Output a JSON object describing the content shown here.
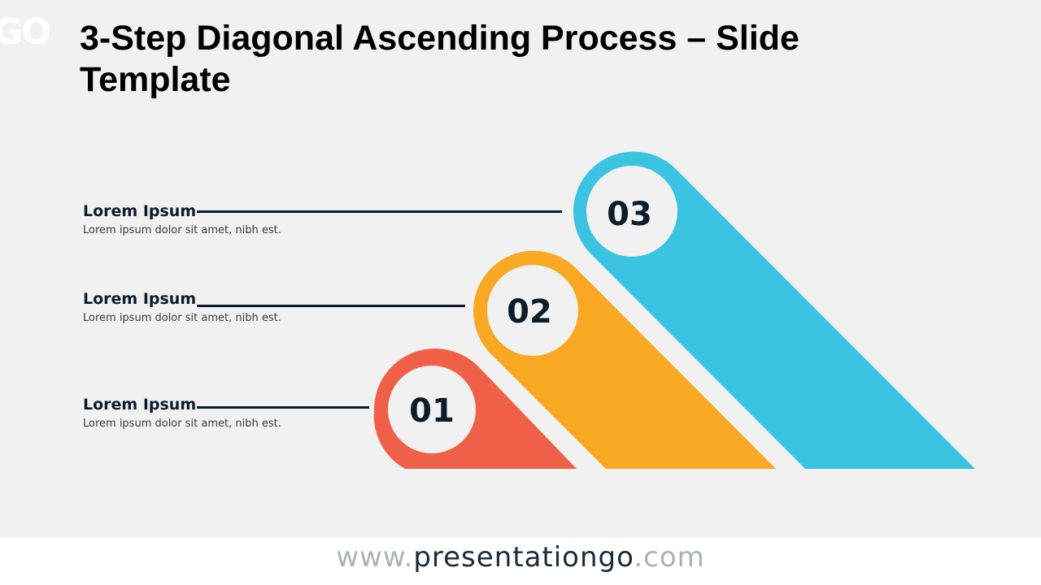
{
  "logo": {
    "text": "GO"
  },
  "title": "3-Step Diagonal Ascending Process – Slide Template",
  "steps": [
    {
      "number": "01",
      "title": "Lorem Ipsum",
      "description": "Lorem ipsum dolor sit amet, nibh est.",
      "color": "#f06049"
    },
    {
      "number": "02",
      "title": "Lorem Ipsum",
      "description": "Lorem ipsum dolor sit amet, nibh est.",
      "color": "#f9a823"
    },
    {
      "number": "03",
      "title": "Lorem Ipsum",
      "description": "Lorem ipsum dolor sit amet, nibh est.",
      "color": "#3bc4e2"
    }
  ],
  "footer": {
    "prefix": "www.",
    "domain": "presentationgo",
    "suffix": ".com"
  },
  "colors": {
    "dark": "#0c1d2c",
    "circle": "#f1f1f1"
  }
}
